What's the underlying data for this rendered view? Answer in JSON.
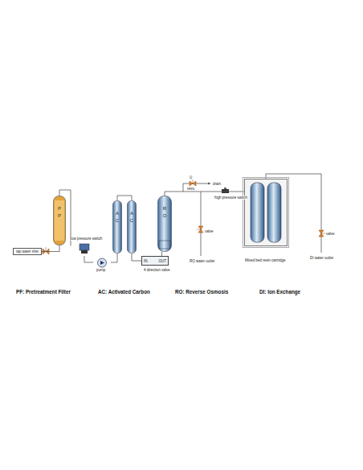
{
  "diagram": {
    "nodes": [
      {
        "text": [
          "tap water inlet"
        ]
      },
      {
        "text": [
          "P P"
        ]
      },
      {
        "text": [
          "low pressure switch"
        ]
      },
      {
        "text": [
          "pump"
        ]
      },
      {
        "text": [
          "A C"
        ]
      },
      {
        "text": [
          "A C"
        ]
      },
      {
        "text": [
          "IN",
          "OUT",
          "4 direction valve"
        ]
      },
      {
        "text": [
          "R O"
        ]
      },
      {
        "text": [
          "Mixed bed resin cartridge"
        ]
      }
    ],
    "edges": [
      {
        "from": 0,
        "to": 1,
        "arrow": "none"
      },
      {
        "from": 1,
        "to": 2,
        "arrow": "none"
      },
      {
        "from": 2,
        "to": 3,
        "arrow": "none"
      },
      {
        "from": 3,
        "to": 4,
        "arrow": "none"
      },
      {
        "from": 4,
        "to": 5,
        "arrow": "none"
      },
      {
        "from": 5,
        "to": 6,
        "arrow": "none"
      },
      {
        "from": 6,
        "to": 7,
        "arrow": "none"
      },
      {
        "from": 7,
        "to": 8,
        "arrow": "none"
      }
    ],
    "labels": [
      "U",
      "retro",
      "drain",
      "high pressure switch",
      "valve",
      "RO water outlet",
      "valve",
      "DI water outlet",
      "PF: Pretreatment Filter",
      "AC: Activated Carbon",
      "RO: Reverse Osmosis",
      "DI: Ion Exchange"
    ]
  }
}
